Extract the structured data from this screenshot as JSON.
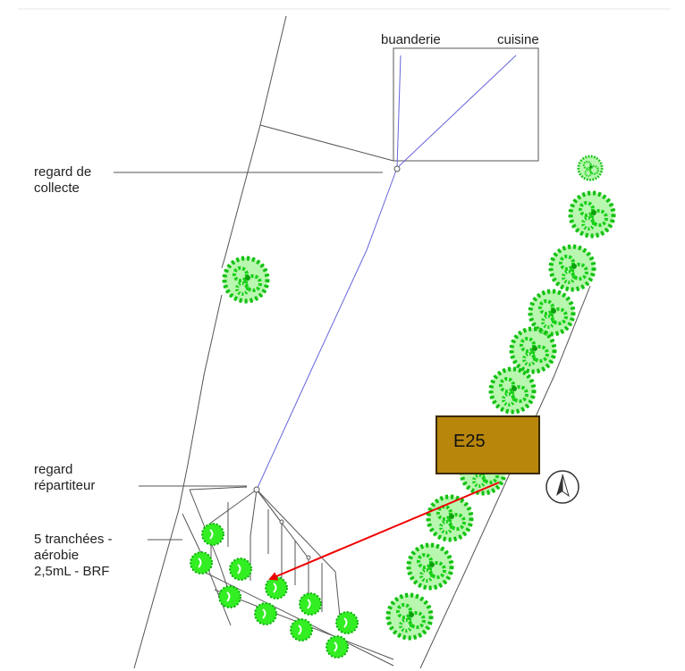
{
  "labels": {
    "buanderie": "buanderie",
    "cuisine": "cuisine",
    "regard_collecte": [
      "regard de",
      "collecte"
    ],
    "regard_repartiteur": [
      "regard",
      "répartiteur"
    ],
    "tranchees": [
      "5 tranchées -",
      "aérobie",
      "2,5mL - BRF"
    ]
  },
  "marker": {
    "label": "E25",
    "fill": "#b8860b"
  },
  "colors": {
    "pipe": "#6666dd",
    "lines": "#555555",
    "tree": "#22dd22",
    "arrow": "#ee0000"
  },
  "icons": {
    "north": "north-arrow-icon",
    "tree": "tree-icon"
  }
}
